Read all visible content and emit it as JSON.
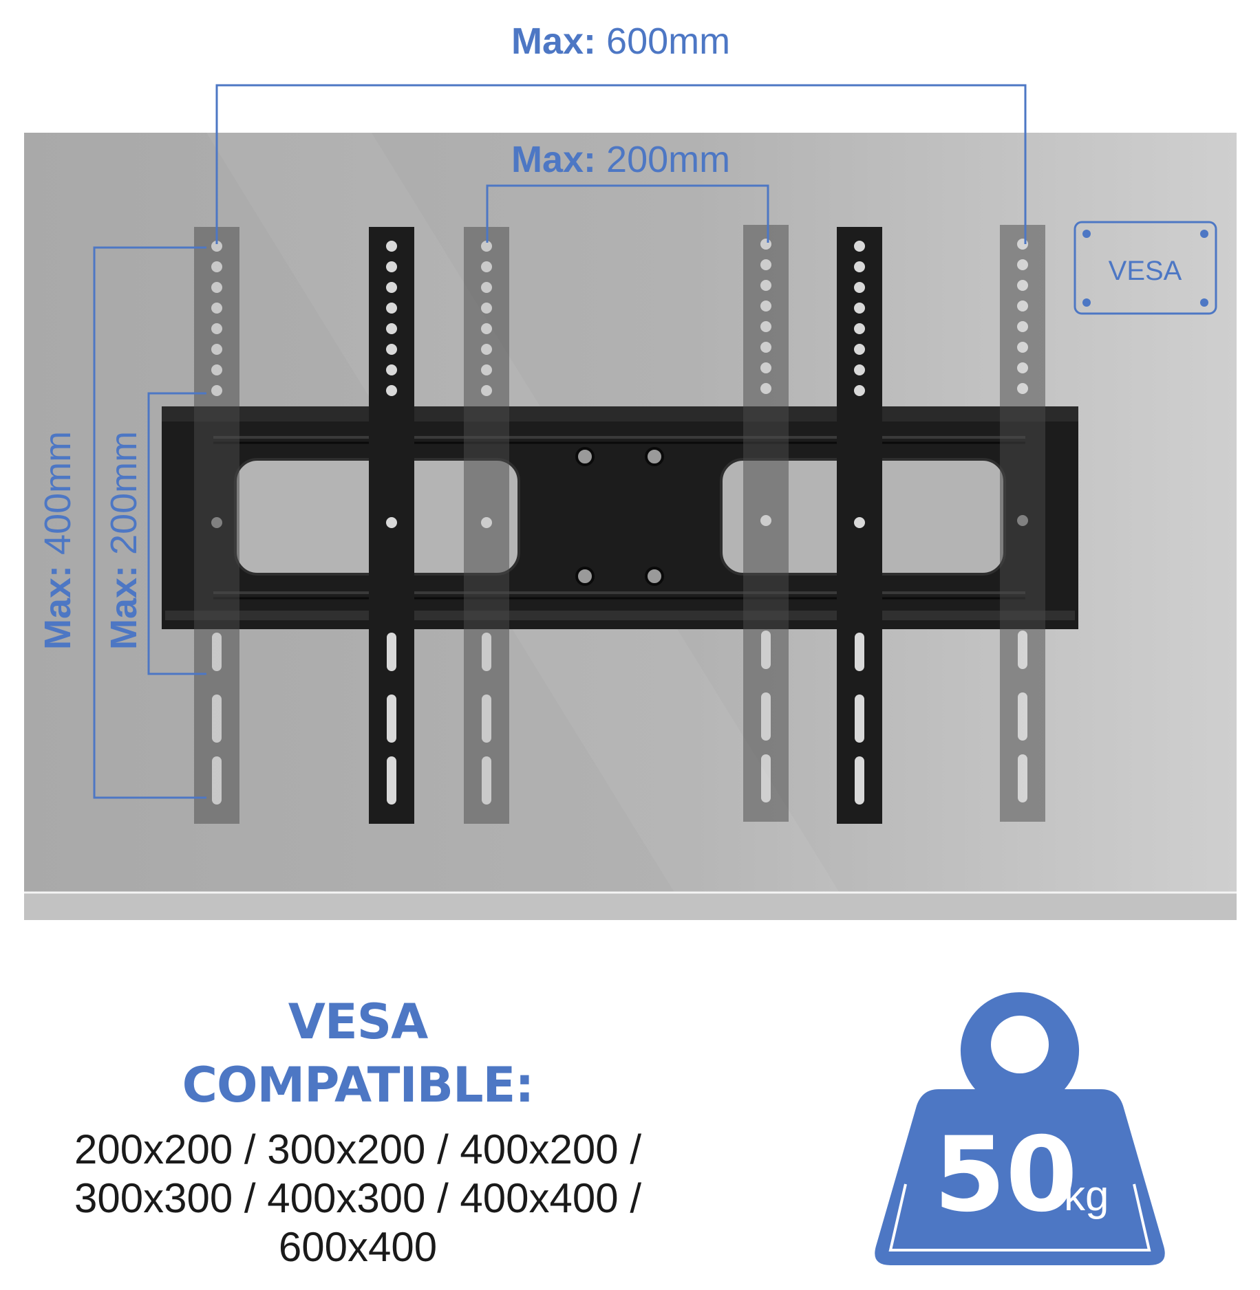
{
  "dimensions": {
    "top_outer": {
      "bold": "Max:",
      "value": " 600mm"
    },
    "top_inner": {
      "bold": "Max:",
      "value": " 200mm"
    },
    "left_outer": {
      "bold": "Max:",
      "value": " 400mm"
    },
    "left_inner": {
      "bold": "Max:",
      "value": " 200mm"
    }
  },
  "vesa_badge": {
    "label": "VESA"
  },
  "compatibility": {
    "heading_line1": "VESA",
    "heading_line2": "COMPATIBLE:",
    "sizes_line1": "200x200 / 300x200 / 400x200 /",
    "sizes_line2": "300x300 / 400x300 / 400x400 /",
    "sizes_line3": "600x400"
  },
  "weight": {
    "value": "50",
    "unit": "kg"
  },
  "colors": {
    "accent": "#4d77c4",
    "panel": "#b4b4b4",
    "bracket": "#1c1c1c",
    "arm_translucent": "#6e6e6e"
  },
  "icons": [
    "vesa-pattern-icon",
    "weight-icon"
  ]
}
